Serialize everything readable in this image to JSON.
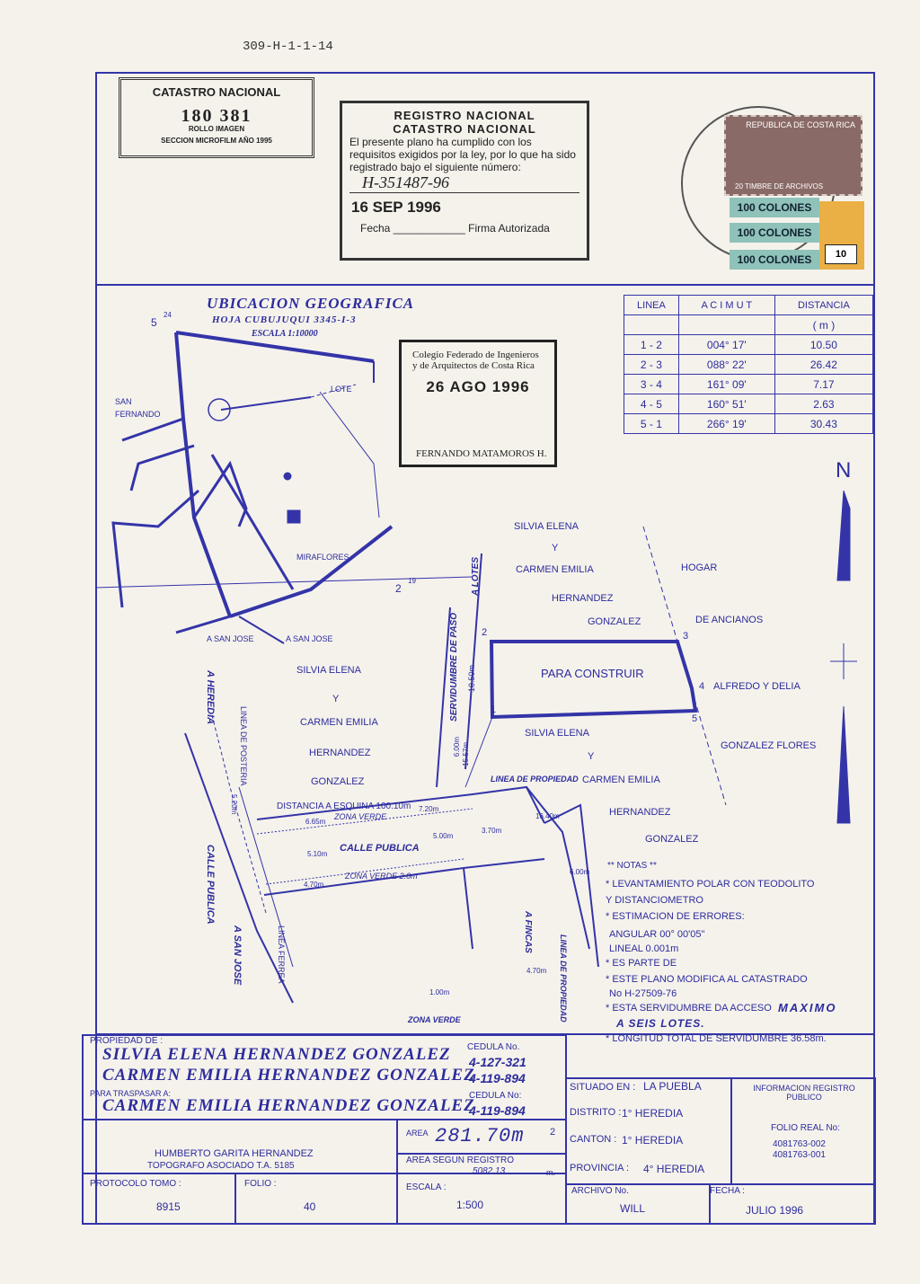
{
  "reference": "309-H-1-1-14",
  "stamp_catastro": {
    "title": "CATASTRO NACIONAL",
    "number": "180 381",
    "rollo": "ROLLO IMAGEN",
    "section": "SECCION MICROFILM AÑO 1995"
  },
  "stamp_registro": {
    "line1": "REGISTRO NACIONAL",
    "line2": "CATASTRO NACIONAL",
    "body": "El presente plano ha cumplido con los requisitos exigidos por la ley, por lo que ha sido registrado bajo el siguiente número:",
    "number": "H-351487-96",
    "date": "16 SEP 1996",
    "fecha": "Fecha",
    "firma": "Firma Autorizada"
  },
  "fiscal_stamps": {
    "country": "REPUBLICA DE COSTA RICA",
    "denomination": "20",
    "archive": "TIMBRE DE ARCHIVOS",
    "labels": [
      "100 COLONES",
      "100 COLONES",
      "100 COLONES"
    ],
    "yellow_value": "10"
  },
  "ubicacion": {
    "title": "UBICACION GEOGRAFICA",
    "sheet": "HOJA CUBUJUQUI 3345-I-3",
    "scale": "ESCALA 1:10000",
    "grid_top": "5",
    "grid_top_sup": "24",
    "grid_right": "2",
    "grid_right_sup": "19",
    "places": [
      "LOTE",
      "SAN",
      "FERNANDO",
      "MIRAFLORES",
      "A SAN JOSE",
      "A SAN JOSE"
    ]
  },
  "stamp_colegio": {
    "line1": "Colegio Federado de Ingenieros",
    "line2": "y de Arquitectos de Costa Rica",
    "date": "26 AGO 1996",
    "name": "FERNANDO MATAMOROS H."
  },
  "azimuth_table": {
    "headers": [
      "LINEA",
      "A C I M U T",
      "DISTANCIA"
    ],
    "unit": "( m )",
    "rows": [
      [
        "1 - 2",
        "004° 17'",
        "10.50"
      ],
      [
        "2 - 3",
        "088° 22'",
        "26.42"
      ],
      [
        "3 - 4",
        "161° 09'",
        "7.17"
      ],
      [
        "4 - 5",
        "160° 51'",
        "2.63"
      ],
      [
        "5 - 1",
        "266° 19'",
        "30.43"
      ]
    ]
  },
  "north": "N",
  "plan": {
    "neighbor_n": [
      "SILVIA ELENA",
      "Y",
      "CARMEN EMILIA",
      "HERNANDEZ",
      "GONZALEZ"
    ],
    "neighbor_e": [
      "HOGAR",
      "DE ANCIANOS"
    ],
    "neighbor_e2": [
      "ALFREDO Y DELIA",
      "GONZALEZ FLORES"
    ],
    "neighbor_w": [
      "SILVIA ELENA",
      "Y",
      "CARMEN EMILIA",
      "HERNANDEZ",
      "GONZALEZ"
    ],
    "neighbor_s": [
      "SILVIA ELENA",
      "Y",
      "CARMEN EMILIA",
      "HERNANDEZ",
      "GONZALEZ"
    ],
    "lot_label": "PARA CONSTRUIR",
    "vertices": [
      "1",
      "2",
      "3",
      "4",
      "5"
    ],
    "side_length": "10.50m",
    "servidumbre": "SERVIDUMBRE DE PASO",
    "a_lotes": "A LOTES",
    "a_heredia": "A HEREDIA",
    "calle_publica_v": "CALLE PUBLICA",
    "a_san_jose": "A SAN JOSE",
    "linea_posteria": "LINEA DE POSTERIA",
    "linea_ferrea": "LINEA FERREA",
    "linea_propiedad": "LINEA DE PROPIEDAD",
    "linea_propiedad2": "LINEA DE PROPIEDAD",
    "a_fincas": "A FINCAS",
    "distancia_esquina": "DISTANCIA A ESQUINA 100.10m",
    "zona_verde": "ZONA VERDE",
    "zona_verde2": "ZONA VERDE 2.0m",
    "zona_verde3": "ZONA VERDE",
    "calle_publica": "CALLE PUBLICA",
    "dims": [
      "6.00m",
      "15.57m",
      "5.20m",
      "6.65m",
      "7.20m",
      "5.10m",
      "5.00m",
      "4.70m",
      "3.70m",
      "16.40m",
      "6.00m",
      "4.70m",
      "1.00m"
    ]
  },
  "notes": {
    "title": "** NOTAS **",
    "items": [
      "* LEVANTAMIENTO POLAR CON TEODOLITO",
      "Y DISTANCIOMETRO",
      "* ESTIMACION DE ERRORES:",
      "ANGULAR 00° 00'05\"",
      "LINEAL 0.001m",
      "* ES PARTE DE",
      "* ESTE PLANO MODIFICA AL CATASTRADO",
      "No H-27509-76",
      "* ESTA SERVIDUMBRE DA ACCESO",
      "A SEIS LOTES.",
      "* LONGITUD TOTAL DE SERVIDUMBRE 36.58m."
    ],
    "maximo": "MAXIMO"
  },
  "owners": {
    "label": "PROPIEDAD DE :",
    "cedula_label": "CEDULA No.",
    "name1": "SILVIA ELENA HERNANDEZ GONZALEZ",
    "ced1": "4-127-321",
    "name2": "CARMEN EMILIA HERNANDEZ GONZALEZ",
    "ced2": "4-119-894",
    "traspasar_label": "PARA TRASPASAR A:",
    "cedula_label2": "CEDULA No:",
    "name3": "CARMEN EMILIA HERNANDEZ GONZALEZ",
    "ced3": "4-119-894"
  },
  "surveyor": {
    "name": "HUMBERTO GARITA HERNANDEZ",
    "title": "TOPOGRAFO ASOCIADO T.A. 5185"
  },
  "area": {
    "label": "AREA",
    "value": "281.70m",
    "sup": "2",
    "registro_label": "AREA SEGUN REGISTRO",
    "registro_value": "5082.13",
    "unit": "m."
  },
  "location": {
    "situado_label": "SITUADO EN :",
    "situado": "LA PUEBLA",
    "distrito_label": "DISTRITO :",
    "distrito": "1° HEREDIA",
    "canton_label": "CANTON :",
    "canton": "1° HEREDIA",
    "provincia_label": "PROVINCIA :",
    "provincia": "4° HEREDIA",
    "info_label": "INFORMACION REGISTRO PUBLICO",
    "folio_label": "FOLIO REAL No:",
    "folios": [
      "4081763-002",
      "4081763-001"
    ]
  },
  "footer": {
    "protocolo_label": "PROTOCOLO TOMO :",
    "protocolo": "8915",
    "folio_label": "FOLIO :",
    "folio": "40",
    "escala_label": "ESCALA :",
    "escala": "1:500",
    "archivo_label": "ARCHIVO No.",
    "archivo": "WILL",
    "fecha_label": "FECHA :",
    "fecha": "JULIO 1996"
  }
}
